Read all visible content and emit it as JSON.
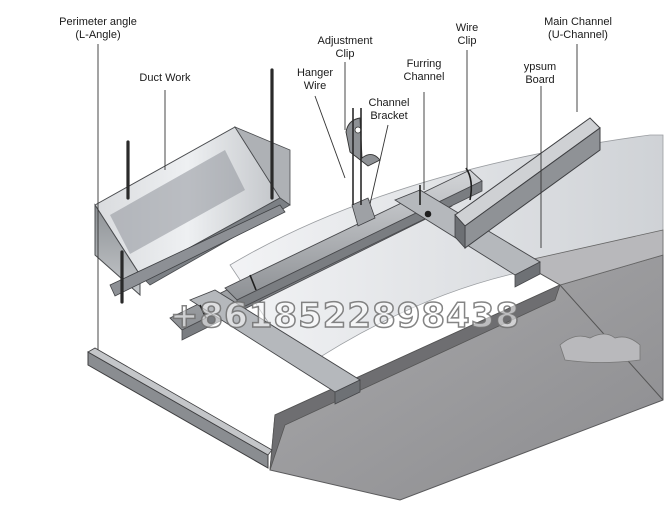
{
  "labels": {
    "perimeter_angle": [
      "Perimeter angle",
      "(L-Angle)"
    ],
    "duct_work": "Duct Work",
    "adjustment_clip": [
      "Adjustment",
      "Clip"
    ],
    "hanger_wire": [
      "Hanger",
      "Wire"
    ],
    "channel_bracket": [
      "Channel",
      "Bracket"
    ],
    "furring_channel": [
      "Furring",
      "Channel"
    ],
    "wire_clip": [
      "Wire",
      "Clip"
    ],
    "main_channel": [
      "Main Channel",
      "(U-Channel)"
    ],
    "gypsum_board": [
      "ypsum",
      "Board"
    ]
  },
  "watermark": "+8618522898438",
  "colors": {
    "board_top": "#9a9a9c",
    "board_side": "#7d7d80",
    "metal_light": "#c9cbce",
    "metal_mid": "#a7aaae",
    "metal_dark": "#6f7276",
    "rod": "#2a2a2a",
    "leader": "#333333"
  }
}
